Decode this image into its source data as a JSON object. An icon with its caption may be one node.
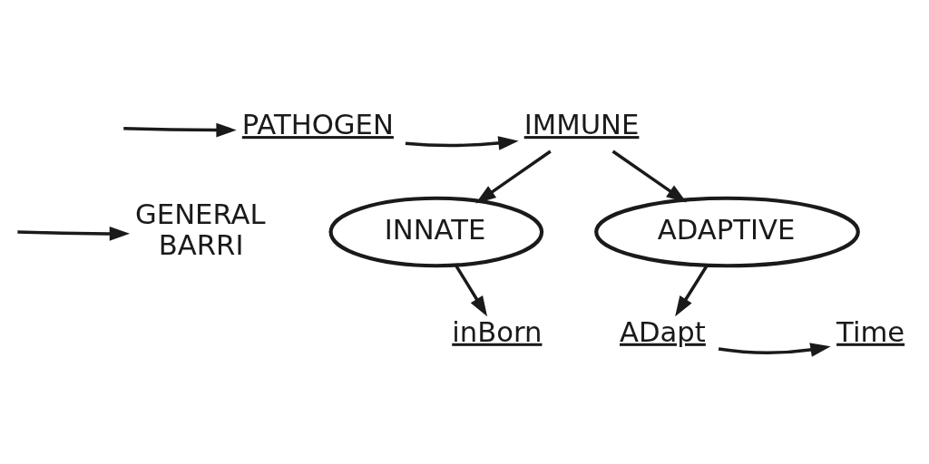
{
  "diagram": {
    "nodes": [
      {
        "text": [
          "PATHOGEN"
        ]
      },
      {
        "text": [
          "IMMUNE"
        ]
      },
      {
        "text": [
          "INNATE"
        ]
      },
      {
        "text": [
          "ADAPTIVE"
        ]
      },
      {
        "text": [
          "GENERAL BARRI"
        ]
      },
      {
        "text": [
          "inBorn"
        ]
      },
      {
        "text": [
          "ADapt"
        ]
      },
      {
        "text": [
          "Time"
        ]
      }
    ],
    "edges": [
      {
        "from": null,
        "to": 0,
        "arrow": "to"
      },
      {
        "from": 0,
        "to": 1,
        "arrow": "to"
      },
      {
        "from": 1,
        "to": 2,
        "arrow": "to"
      },
      {
        "from": 1,
        "to": 3,
        "arrow": "to"
      },
      {
        "from": null,
        "to": 4,
        "arrow": "to"
      },
      {
        "from": 2,
        "to": 5,
        "arrow": "to"
      },
      {
        "from": 3,
        "to": 6,
        "arrow": "to"
      },
      {
        "from": 6,
        "to": 7,
        "arrow": "to"
      }
    ]
  }
}
